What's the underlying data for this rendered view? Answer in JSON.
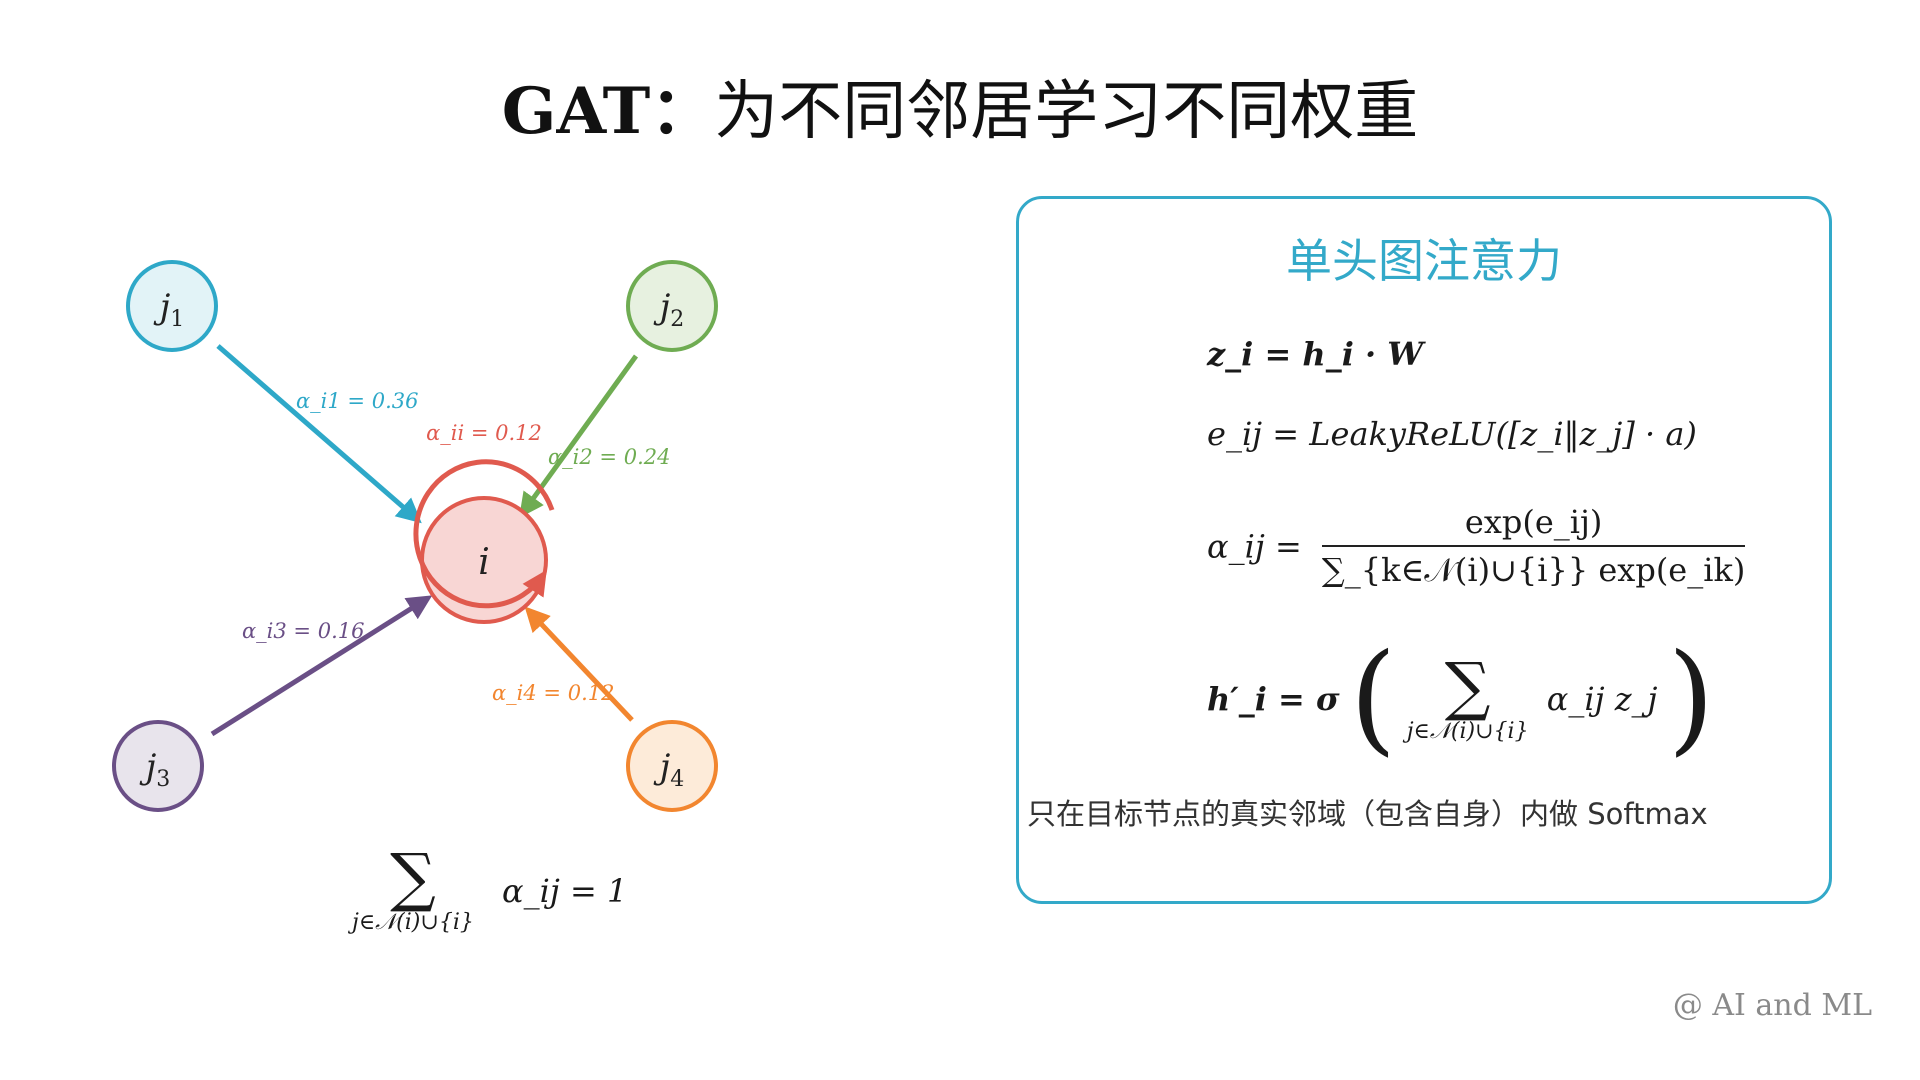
{
  "title": {
    "prefix": "GAT：",
    "rest": "为不同邻居学习不同权重"
  },
  "graph": {
    "center": {
      "label": "i",
      "fill": "#f8d6d4",
      "stroke": "#e05a4e"
    },
    "neighbors": [
      {
        "id": "j1",
        "label": "j",
        "sub": "1",
        "color": "#2ea8c8",
        "fill": "#e2f3f7",
        "weight_label": "α_i1 = 0.36"
      },
      {
        "id": "j2",
        "label": "j",
        "sub": "2",
        "color": "#6fac52",
        "fill": "#e7f1e0",
        "weight_label": "α_i2 = 0.24"
      },
      {
        "id": "j3",
        "label": "j",
        "sub": "3",
        "color": "#6a4f86",
        "fill": "#e8e4ec",
        "weight_label": "α_i3 = 0.16"
      },
      {
        "id": "j4",
        "label": "j",
        "sub": "4",
        "color": "#f2862f",
        "fill": "#fdebd9",
        "weight_label": "α_i4 = 0.12"
      }
    ],
    "self_loop": {
      "color": "#e05a4e",
      "weight_label": "α_ii = 0.12"
    },
    "sum_constraint": {
      "rhs": "α_ij = 1",
      "under": "j∈𝒩(i)∪{i}"
    }
  },
  "panel": {
    "title": "单头图注意力",
    "eq1": "z_i = h_i · W",
    "eq2": "e_ij = LeakyReLU([z_i‖z_j] · a)",
    "eq3_lhs": "α_ij =",
    "eq3_num": "exp(e_ij)",
    "eq3_den": "∑_{k∈𝒩(i)∪{i}} exp(e_ik)",
    "eq4_lhs": "h′_i = σ",
    "eq4_sum_under": "j∈𝒩(i)∪{i}",
    "eq4_term": "α_ij z_j",
    "note": "只在目标节点的真实邻域（包含自身）内做 Softmax"
  },
  "watermark": "@ AI and ML"
}
